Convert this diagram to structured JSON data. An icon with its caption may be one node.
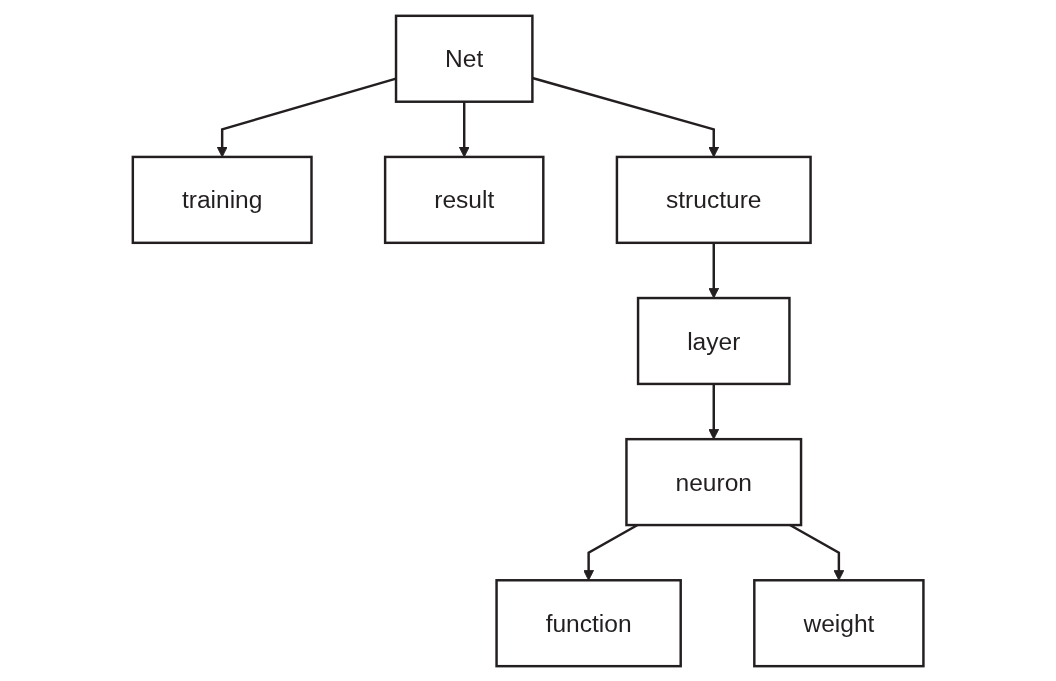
{
  "diagram": {
    "nodes": [
      {
        "text": [
          "Net"
        ]
      },
      {
        "text": [
          "training"
        ]
      },
      {
        "text": [
          "result"
        ]
      },
      {
        "text": [
          "structure"
        ]
      },
      {
        "text": [
          "layer"
        ]
      },
      {
        "text": [
          "neuron"
        ]
      },
      {
        "text": [
          "function"
        ]
      },
      {
        "text": [
          "weight"
        ]
      }
    ],
    "edges": [
      {
        "from": 0,
        "to": 1,
        "arrow": "to"
      },
      {
        "from": 0,
        "to": 3,
        "arrow": "to"
      },
      {
        "from": 0,
        "to": 2,
        "arrow": "to"
      },
      {
        "from": 3,
        "to": 4,
        "arrow": "to"
      },
      {
        "from": 4,
        "to": 5,
        "arrow": "to"
      },
      {
        "from": 5,
        "to": 6,
        "arrow": "to"
      },
      {
        "from": 5,
        "to": 7,
        "arrow": "to"
      }
    ]
  }
}
